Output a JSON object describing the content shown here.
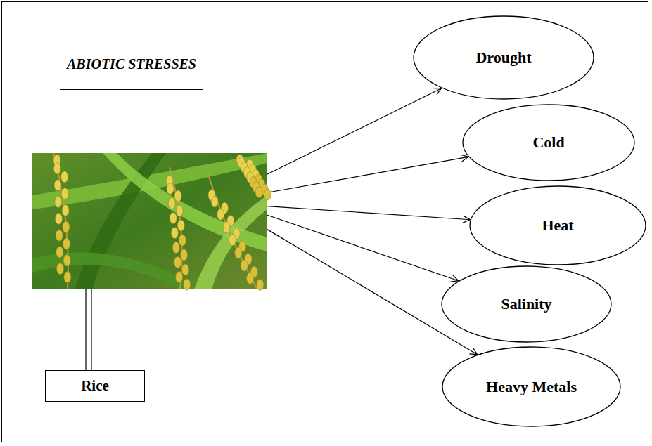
{
  "diagram": {
    "nodes": [
      {
        "text": [
          "ABIOTIC STRESSES"
        ]
      },
      {
        "text": [
          "Rice"
        ]
      },
      {
        "text": [
          "Drought"
        ]
      },
      {
        "text": [
          "Cold"
        ]
      },
      {
        "text": [
          "Heat"
        ]
      },
      {
        "text": [
          "Salinity"
        ]
      },
      {
        "text": [
          "Heavy Metals"
        ]
      }
    ],
    "edges": [
      {
        "from": 1,
        "to": 2,
        "arrow": "to"
      },
      {
        "from": 1,
        "to": 3,
        "arrow": "to"
      },
      {
        "from": 1,
        "to": 4,
        "arrow": "to"
      },
      {
        "from": 1,
        "to": 5,
        "arrow": "to"
      },
      {
        "from": 1,
        "to": 6,
        "arrow": "to"
      }
    ]
  }
}
